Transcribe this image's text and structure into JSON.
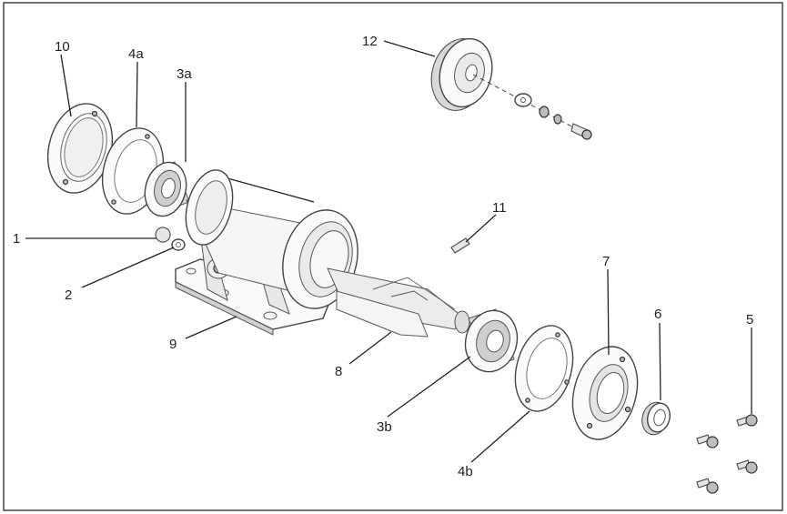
{
  "labels": {
    "l10": "10",
    "l4a": "4a",
    "l3a": "3a",
    "l12": "12",
    "l11": "11",
    "l1": "1",
    "l2": "2",
    "l9": "9",
    "l8": "8",
    "l7": "7",
    "l6": "6",
    "l5": "5",
    "l3b": "3b",
    "l4b": "4b"
  }
}
